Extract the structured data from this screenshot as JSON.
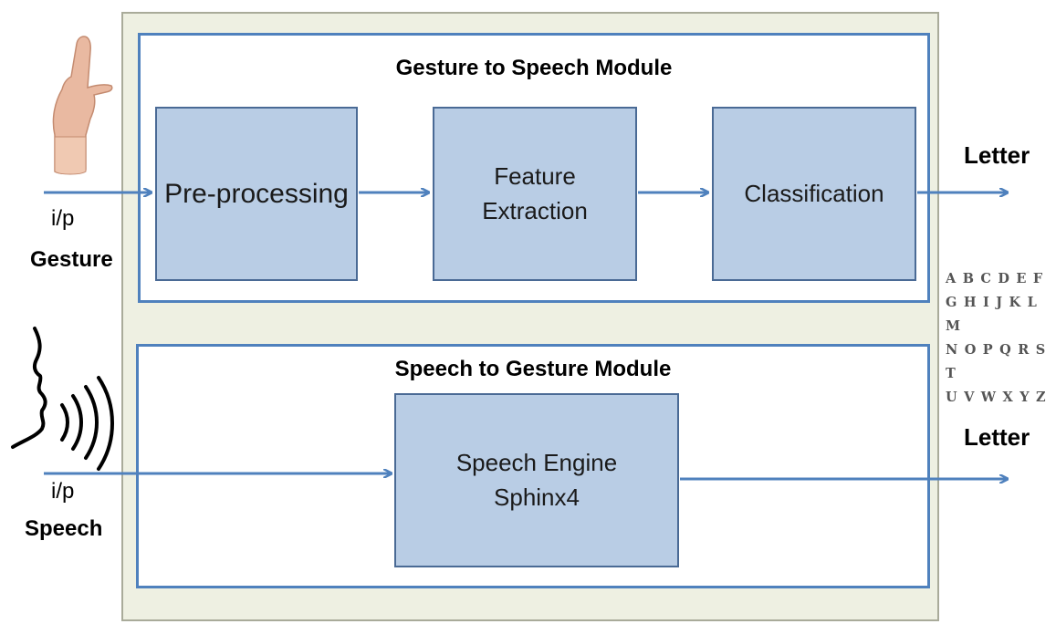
{
  "colors": {
    "outer_fill": "#eef0e2",
    "module_border": "#4f81bd",
    "box_fill": "#b9cde5",
    "box_border": "#4a6a95",
    "arrow": "#4f81bd"
  },
  "icons": {
    "gesture": "hand-icon",
    "speech": "speaking-head-icon"
  },
  "gesture_module": {
    "title": "Gesture to Speech Module",
    "boxes": {
      "preprocessing": "Pre-processing",
      "feature_extraction": "Feature\nExtraction",
      "classification": "Classification"
    },
    "input_label": "i/p",
    "input_name": "Gesture",
    "output_label": "Letter"
  },
  "speech_module": {
    "title": "Speech to Gesture Module",
    "engine": "Speech Engine\nSphinx4",
    "input_label": "i/p",
    "input_name": "Speech",
    "output_label": "Letter"
  },
  "alphabet": [
    "A B C D E F",
    "G H I J K L M",
    "N O P Q R S T",
    "U V W X Y Z"
  ]
}
